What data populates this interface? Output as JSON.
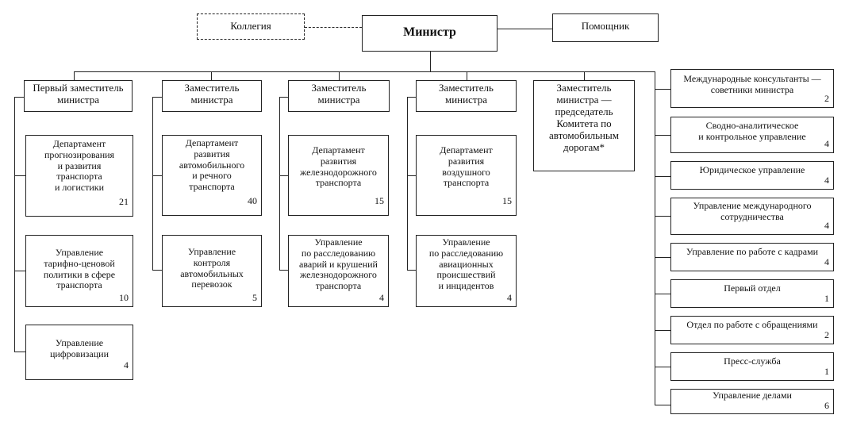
{
  "top": {
    "minister": "Министр",
    "collegium": "Коллегия",
    "assistant": "Помощник"
  },
  "deputies": [
    {
      "title": "Первый заместитель\nминистра",
      "units": [
        {
          "title": "Департамент\nпрогнозирования\nи развития\nтранспорта\nи логистики",
          "count": "21"
        },
        {
          "title": "Управление\nтарифно-ценовой\nполитики в сфере\nтранспорта",
          "count": "10"
        },
        {
          "title": "Управление\nцифровизации",
          "count": "4"
        }
      ]
    },
    {
      "title": "Заместитель\nминистра",
      "units": [
        {
          "title": "Департамент\nразвития\nавтомобильного\nи речного\nтранспорта",
          "count": "40"
        },
        {
          "title": "Управление\nконтроля\nавтомобильных\nперевозок",
          "count": "5"
        }
      ]
    },
    {
      "title": "Заместитель\nминистра",
      "units": [
        {
          "title": "Департамент\nразвития\nжелезнодорожного\nтранспорта",
          "count": "15"
        },
        {
          "title": "Управление\nпо расследованию\nаварий и крушений\nжелезнодорожного\nтранспорта",
          "count": "4"
        }
      ]
    },
    {
      "title": "Заместитель\nминистра",
      "units": [
        {
          "title": "Департамент\nразвития\nвоздушного\nтранспорта",
          "count": "15"
        },
        {
          "title": "Управление\nпо расследованию\nавиационных\nпроисшествий\nи инцидентов",
          "count": "4"
        }
      ]
    },
    {
      "title": "Заместитель\nминистра —\nпредседатель\nКомитета по\nавтомобильным\nдорогам*",
      "units": []
    }
  ],
  "direct_units": [
    {
      "title": "Международные консультанты —\nсоветники министра",
      "count": "2"
    },
    {
      "title": "Сводно-аналитическое\nи контрольное управление",
      "count": "4"
    },
    {
      "title": "Юридическое управление",
      "count": "4"
    },
    {
      "title": "Управление международного\nсотрудничества",
      "count": "4"
    },
    {
      "title": "Управление по работе с кадрами",
      "count": "4"
    },
    {
      "title": "Первый отдел",
      "count": "1"
    },
    {
      "title": "Отдел по работе с обращениями",
      "count": "2"
    },
    {
      "title": "Пресс-служба",
      "count": "1"
    },
    {
      "title": "Управление делами",
      "count": "6"
    }
  ]
}
